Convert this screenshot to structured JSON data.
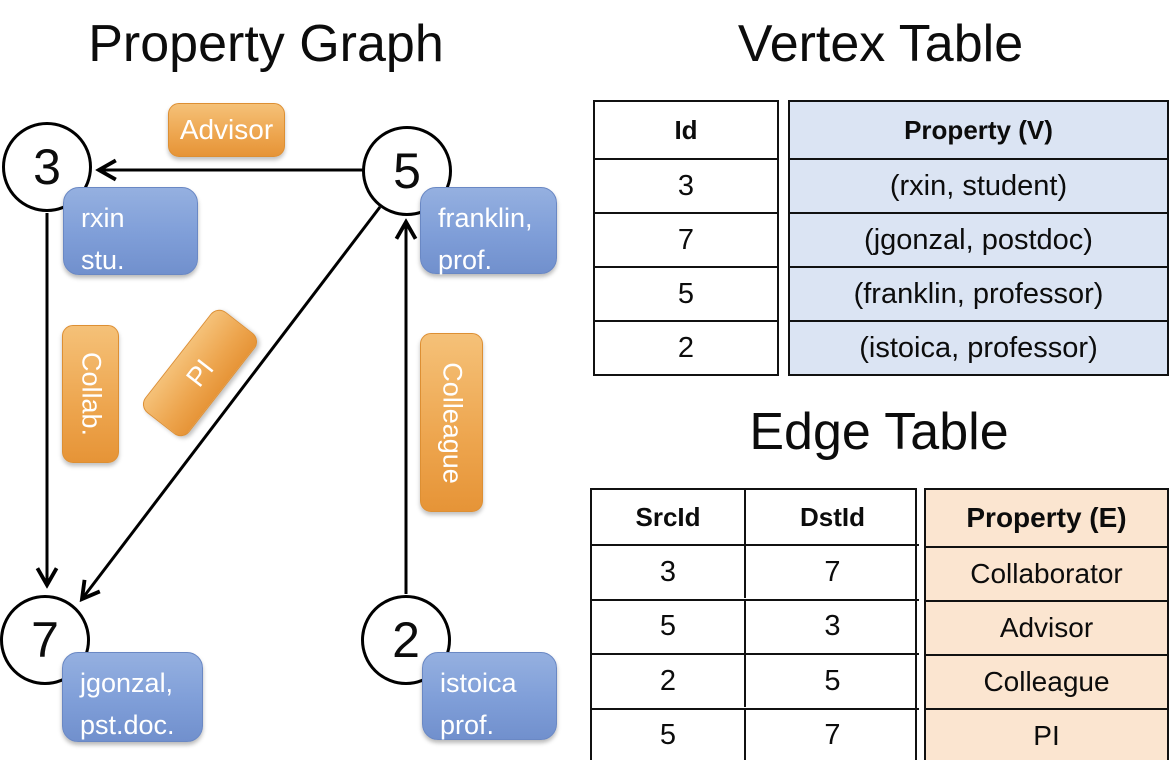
{
  "graph": {
    "title": "Property Graph",
    "vertices": [
      {
        "id": "3",
        "label_line1": "rxin",
        "label_line2": "stu."
      },
      {
        "id": "5",
        "label_line1": "franklin,",
        "label_line2": "prof."
      },
      {
        "id": "7",
        "label_line1": "jgonzal,",
        "label_line2": "pst.doc."
      },
      {
        "id": "2",
        "label_line1": "istoica",
        "label_line2": "prof."
      }
    ],
    "edges": [
      {
        "label": "Advisor",
        "from": "5",
        "to": "3"
      },
      {
        "label": "Collab.",
        "from": "3",
        "to": "7"
      },
      {
        "label": "PI",
        "from": "5",
        "to": "7"
      },
      {
        "label": "Colleague",
        "from": "2",
        "to": "5"
      }
    ]
  },
  "vertex_table": {
    "title": "Vertex Table",
    "columns": [
      "Id",
      "Property (V)"
    ],
    "rows": [
      [
        "3",
        "(rxin, student)"
      ],
      [
        "7",
        "(jgonzal, postdoc)"
      ],
      [
        "5",
        "(franklin, professor)"
      ],
      [
        "2",
        "(istoica, professor)"
      ]
    ]
  },
  "edge_table": {
    "title": "Edge Table",
    "columns": [
      "SrcId",
      "DstId",
      "Property (E)"
    ],
    "rows": [
      [
        "3",
        "7",
        "Collaborator"
      ],
      [
        "5",
        "3",
        "Advisor"
      ],
      [
        "2",
        "5",
        "Colleague"
      ],
      [
        "5",
        "7",
        "PI"
      ]
    ]
  },
  "colors": {
    "edge_label_fill": "#eda54e",
    "vertex_label_fill": "#7f9ed8",
    "vertex_table_cell_fill": "#dbe4f3",
    "edge_table_cell_fill": "#fbe5d0",
    "line_color": "#000000"
  }
}
